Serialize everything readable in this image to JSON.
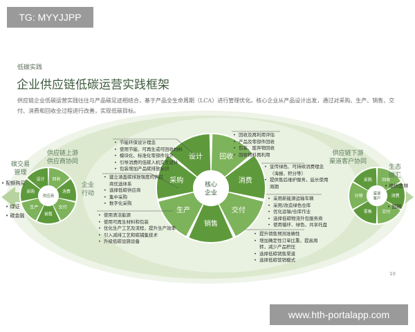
{
  "watermark": "TG: MYYJJPP",
  "site_watermark": "www.hth-portalapp.com",
  "section": "低碳实践",
  "title": "企业供应链低碳运营实践框架",
  "description": "供应链企业低碳运营实践往往与产品碳足迹相结合，基于产品全生命周期（LCA）进行管理优化。核心企业从产品设计出发，通过对采购、生产、销售、交付、消费和回收全过程进行改善，实现低碳目标。",
  "page_number": "10",
  "colors": {
    "dark_green": "#5e9a3c",
    "mid_green": "#7db35a",
    "light_bg": "#dfebd3",
    "title": "#3d5a3d"
  },
  "left": {
    "label": "碳交易\n管理",
    "items": [
      "配额购买",
      "绿证",
      "碳金融"
    ],
    "upstream_label": "供应链上游\n供应商协同",
    "wheel_center": "供应商",
    "wheel": [
      "设计",
      "回收",
      "消费",
      "交付",
      "销售",
      "生产",
      "采购"
    ]
  },
  "enterprise_label": "企业\n行动",
  "core": {
    "center": "核心\n企业",
    "wheel": [
      "设计",
      "回收",
      "消费",
      "交付",
      "销售",
      "生产",
      "采购"
    ]
  },
  "boxes": {
    "design": [
      "节能环保设计理念",
      "使用节能、可再生或可回收材料",
      "模块化、标准化零部件设计",
      "引导消费的低碳人机交互设计",
      "包装增加产品碳排放标识"
    ],
    "procurement": [
      "建立涵盖碳排放强度的供应商优选体系",
      "选择低碳供应商",
      "集中采购",
      "数字化采购"
    ],
    "production": [
      "使用清洁能源",
      "使用可再生材料和包装",
      "优化生产工艺及流程，提升生产效率",
      "引入减排工艺和碳捕集技术",
      "升级低碳设施设备"
    ],
    "recycling": [
      "回收及再利用评估",
      "产品及零部件回收",
      "包装、废弃物回收",
      "回收物料再利用"
    ],
    "consumption": [
      "宣传绿色、可持续消费理念（海报、积分等）",
      "提供售后维护服务，延长使用周期"
    ],
    "delivery": [
      "采用新能源运输车辆",
      "采用/改造绿色仓库",
      "优化运输/仓库作业",
      "选择低碳物流外包服务商",
      "使用循环、绿色、共享托盘"
    ],
    "sales": [
      "提升销售预测准确性",
      "增加确定性订单比重，提高周转，减少产品积压",
      "选择低碳销售渠道",
      "选择低碳营销模式"
    ]
  },
  "right": {
    "downstream_label": "供应链下游\n渠道客户协同",
    "wheel_center": "渠道\n客户",
    "wheel": [
      "采购",
      "回收",
      "消费",
      "交付",
      "零售",
      "分销"
    ],
    "label": "生态\n碳汇",
    "items": [
      "植树造林",
      "固碳"
    ]
  }
}
